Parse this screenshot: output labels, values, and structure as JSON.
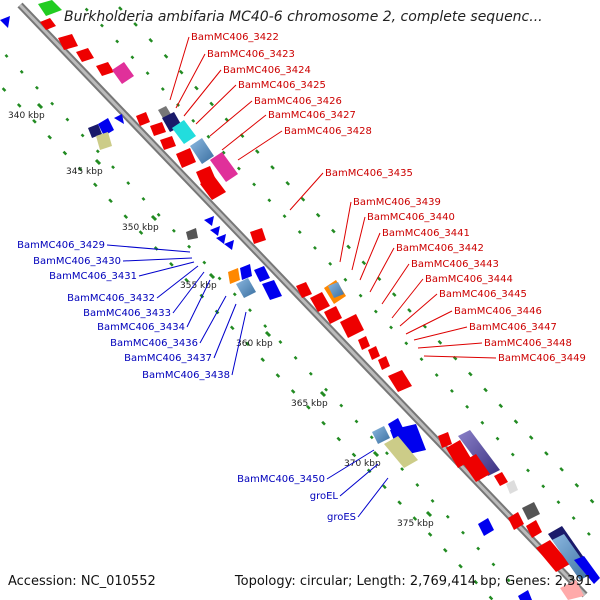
{
  "title": "Burkholderia ambifaria MC40-6 chromosome 2, complete sequenc...",
  "footer": {
    "accession": "Accession: NC_010552",
    "topology": "Topology: circular; Length: 2,769,414 bp; Genes: 2,391"
  },
  "kbp_ticks": [
    "340 kbp",
    "345 kbp",
    "350 kbp",
    "355 kbp",
    "360 kbp",
    "365 kbp",
    "370 kbp",
    "375 kbp"
  ],
  "red_labels": [
    "BamMC406_3422",
    "BamMC406_3423",
    "BamMC406_3424",
    "BamMC406_3425",
    "BamMC406_3426",
    "BamMC406_3427",
    "BamMC406_3428",
    "BamMC406_3435",
    "BamMC406_3439",
    "BamMC406_3440",
    "BamMC406_3441",
    "BamMC406_3442",
    "BamMC406_3443",
    "BamMC406_3444",
    "BamMC406_3445",
    "BamMC406_3446",
    "BamMC406_3447",
    "BamMC406_3448",
    "BamMC406_3449"
  ],
  "blue_labels": [
    "BamMC406_3429",
    "BamMC406_3430",
    "BamMC406_3431",
    "BamMC406_3432",
    "BamMC406_3433",
    "BamMC406_3434",
    "BamMC406_3436",
    "BamMC406_3437",
    "BamMC406_3438",
    "BamMC406_3450",
    "groEL",
    "groES"
  ],
  "colors": {
    "forward_gene": "#ee0000",
    "reverse_gene": "#0000ee",
    "backbone": "#888888",
    "tick": "#228b22"
  }
}
